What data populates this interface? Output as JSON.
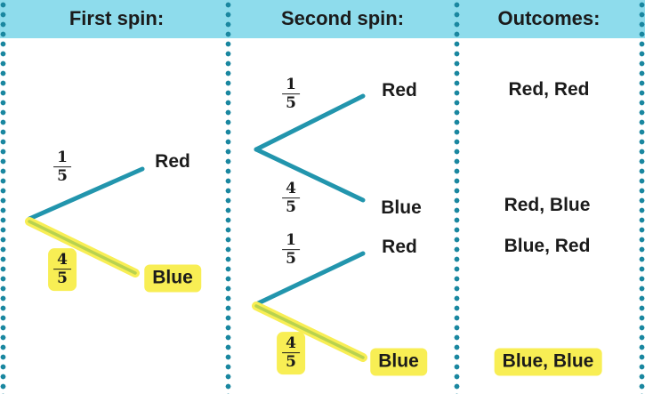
{
  "header": {
    "first": "First spin:",
    "second": "Second spin:",
    "outcomes": "Outcomes:"
  },
  "first_spin": {
    "red": {
      "label": "Red",
      "prob_num": "1",
      "prob_den": "5",
      "highlighted": false
    },
    "blue": {
      "label": "Blue",
      "prob_num": "4",
      "prob_den": "5",
      "highlighted": true
    }
  },
  "second_spin": {
    "after_red": {
      "red": {
        "label": "Red",
        "prob_num": "1",
        "prob_den": "5",
        "highlighted": false
      },
      "blue": {
        "label": "Blue",
        "prob_num": "4",
        "prob_den": "5",
        "highlighted": false
      }
    },
    "after_blue": {
      "red": {
        "label": "Red",
        "prob_num": "1",
        "prob_den": "5",
        "highlighted": false
      },
      "blue": {
        "label": "Blue",
        "prob_num": "4",
        "prob_den": "5",
        "highlighted": true
      }
    }
  },
  "outcomes": {
    "red_red": {
      "label": "Red, Red",
      "highlighted": false
    },
    "red_blue": {
      "label": "Red, Blue",
      "highlighted": false
    },
    "blue_red": {
      "label": "Blue, Red",
      "highlighted": false
    },
    "blue_blue": {
      "label": "Blue, Blue",
      "highlighted": true
    }
  },
  "colors": {
    "header_bg": "#8edcec",
    "divider_dot": "#1a87a0",
    "branch_teal": "#2295ad",
    "highlight_yellow": "#f8ee54",
    "highlight_core": "#b9d24f",
    "text": "#1b1b1b"
  }
}
